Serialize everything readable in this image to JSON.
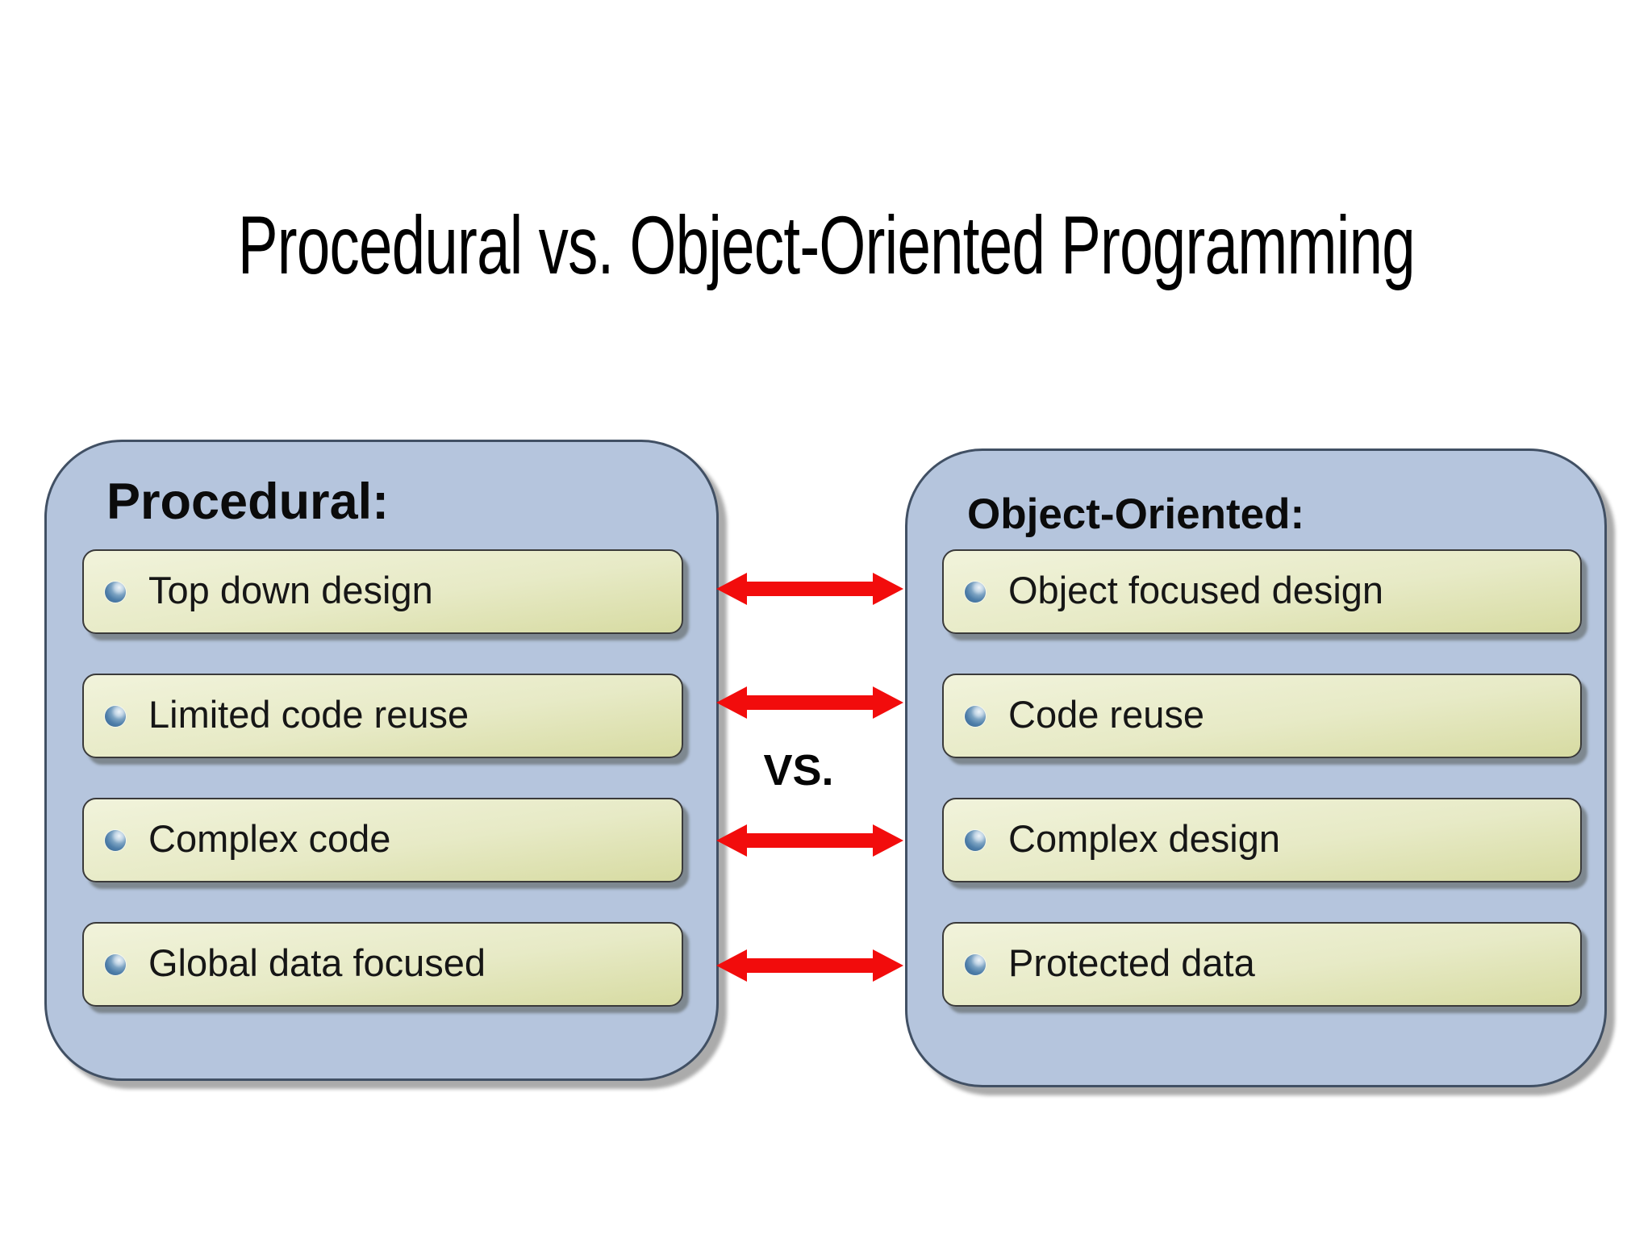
{
  "title": "Procedural vs. Object-Oriented Programming",
  "vs_label": "VS.",
  "left_panel": {
    "header": "Procedural:",
    "items": [
      "Top down design",
      "Limited code reuse",
      "Complex code",
      "Global data focused"
    ]
  },
  "right_panel": {
    "header": "Object-Oriented:",
    "items": [
      "Object focused design",
      "Code reuse",
      "Complex design",
      "Protected data"
    ]
  },
  "colors": {
    "panel_fill": "#b5c5dd",
    "panel_border": "#415064",
    "item_fill_top": "#f1f3db",
    "item_fill_bottom": "#d7dba2",
    "item_border": "#3a3a3a",
    "bullet_blue": "#4e7ea9",
    "arrow_red": "#f20c0c",
    "text": "#141414"
  }
}
